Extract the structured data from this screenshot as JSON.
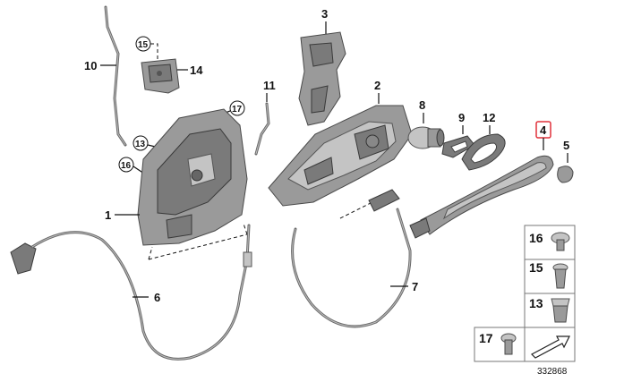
{
  "callouts": {
    "c1": "1",
    "c2": "2",
    "c3": "3",
    "c4": "4",
    "c5": "5",
    "c6": "6",
    "c7": "7",
    "c8": "8",
    "c9": "9",
    "c10": "10",
    "c11": "11",
    "c12": "12",
    "c13": "13",
    "c14": "14",
    "c15": "15",
    "c16": "16",
    "c17": "17"
  },
  "kit": {
    "k16": "16",
    "k15": "15",
    "k13": "13",
    "k17": "17"
  },
  "diagram_id": "332868",
  "colors": {
    "highlight": "#e0303a",
    "part_fill": "#9a9a9a",
    "outline": "#4a4a4a"
  }
}
